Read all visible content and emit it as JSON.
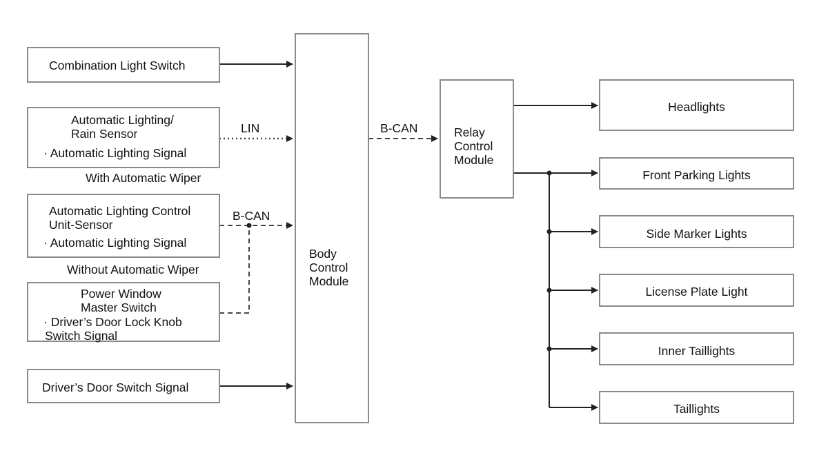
{
  "inputs": {
    "combination_light_switch": "Combination Light Switch",
    "auto_rain_sensor": {
      "line1": "Automatic Lighting/",
      "line2": "Rain Sensor",
      "signal": "· Automatic Lighting Signal",
      "caption": "With Automatic Wiper"
    },
    "auto_control_unit": {
      "line1": "Automatic Lighting Control",
      "line2": "Unit-Sensor",
      "signal": "· Automatic Lighting Signal",
      "caption": "Without Automatic Wiper"
    },
    "power_window": {
      "line1": "Power Window",
      "line2": "Master Switch",
      "signal1": "· Driver’s Door Lock Knob",
      "signal2": "Switch Signal"
    },
    "door_switch": "Driver’s Door Switch Signal"
  },
  "bcm": {
    "line1": "Body",
    "line2": "Control",
    "line3": "Module"
  },
  "rcm": {
    "line1": "Relay",
    "line2": "Control",
    "line3": "Module"
  },
  "buses": {
    "lin": "LIN",
    "bcan_inputs": "B-CAN",
    "bcan_bcm_rcm": "B-CAN"
  },
  "outputs": [
    "Headlights",
    "Front Parking Lights",
    "Side Marker Lights",
    "License Plate Light",
    "Inner Taillights",
    "Taillights"
  ]
}
